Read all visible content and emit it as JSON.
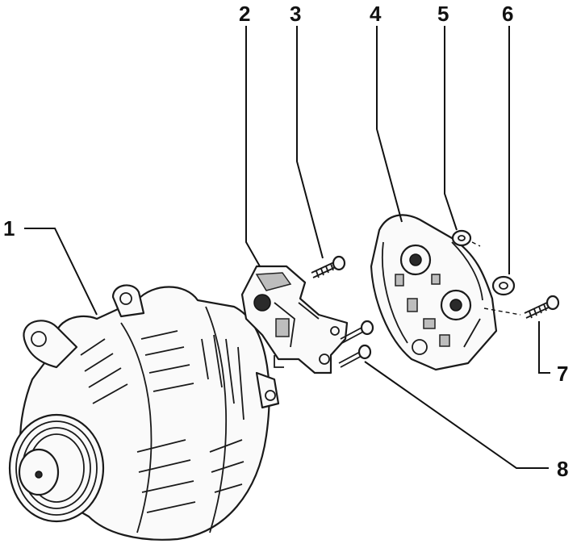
{
  "callouts": [
    {
      "id": "1",
      "label": "1"
    },
    {
      "id": "2",
      "label": "2"
    },
    {
      "id": "3",
      "label": "3"
    },
    {
      "id": "4",
      "label": "4"
    },
    {
      "id": "5",
      "label": "5"
    },
    {
      "id": "6",
      "label": "6"
    },
    {
      "id": "7",
      "label": "7"
    },
    {
      "id": "8",
      "label": "8"
    }
  ],
  "parts": {
    "alternator": "alternator-illustration",
    "regulator": "voltage-regulator-illustration",
    "cover": "rear-cover-illustration",
    "bolts": "bolt-illustration",
    "nuts": "nut-illustration"
  }
}
